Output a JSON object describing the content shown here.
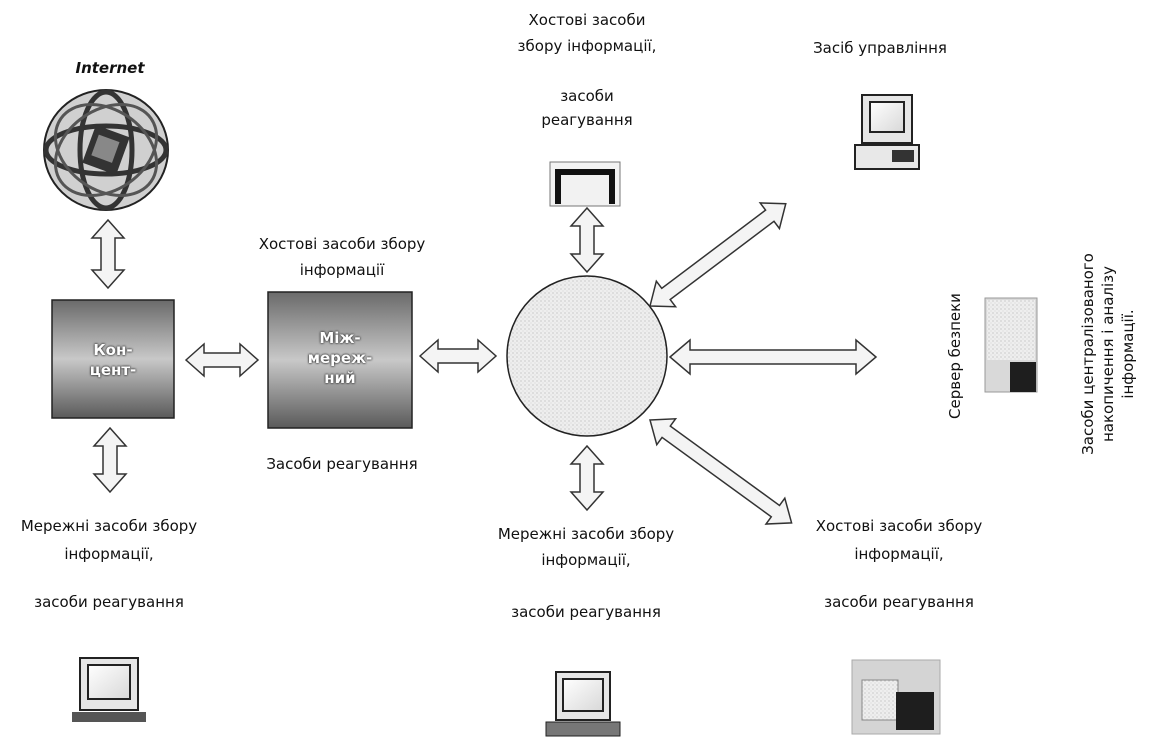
{
  "internet": {
    "label": "Internet"
  },
  "concentrator": {
    "box_label_line1": "Кон-",
    "box_label_line2": "цент-"
  },
  "firewall": {
    "box_label_line1": "Між-",
    "box_label_line2": "мереж-",
    "box_label_line3": "ний",
    "top_label_line1": "Хостові засоби збору",
    "top_label_line2": "інформації",
    "bottom_label": "Засоби реагування"
  },
  "top_host": {
    "line1": "Хостові засоби",
    "line2": "збору інформації,",
    "line3": "засоби",
    "line4": "реагування"
  },
  "management": {
    "label": "Засіб управління"
  },
  "security_server": {
    "label": "Сервер безпеки",
    "caption_line1": "Засоби централізованого",
    "caption_line2": "накопичення і аналізу",
    "caption_line3": "інформації."
  },
  "bottom_left": {
    "line1": "Мережні засоби збору",
    "line2": "інформації,",
    "line3": "засоби реагування"
  },
  "bottom_center": {
    "line1": "Мережні засоби збору",
    "line2": "інформації,",
    "line3": "засоби реагування"
  },
  "bottom_right": {
    "line1": "Хостові засоби збору",
    "line2": "інформації,",
    "line3": "засоби реагування"
  },
  "icons": [
    "globe-icon",
    "computer-icon",
    "server-icon",
    "monitor-icon",
    "printer-icon",
    "tower-server-icon"
  ]
}
